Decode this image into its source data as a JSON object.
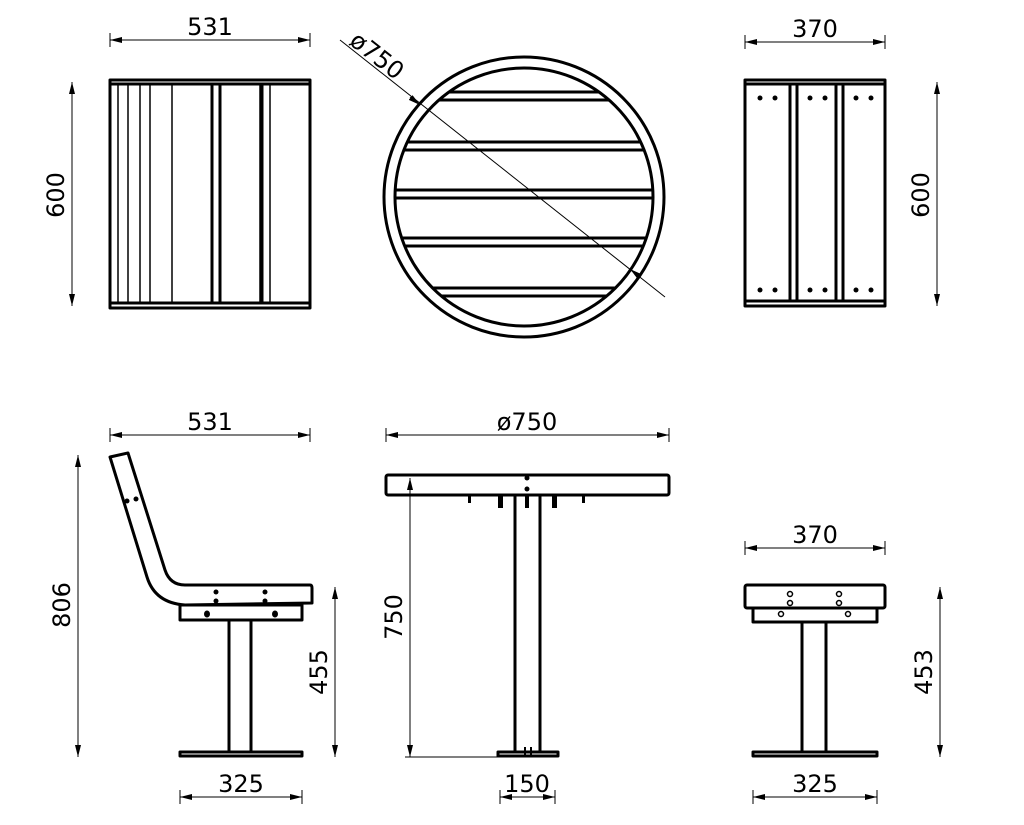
{
  "top_views": {
    "chair_front": {
      "width": "531",
      "height": "600"
    },
    "table_top": {
      "diameter": "ø750"
    },
    "stool_front": {
      "width": "370",
      "height": "600"
    }
  },
  "side_views": {
    "chair": {
      "width": "531",
      "total_height": "806",
      "seat_height": "455",
      "base_width": "325"
    },
    "table": {
      "diameter": "ø750",
      "height": "750",
      "post_width": "150"
    },
    "stool": {
      "width": "370",
      "seat_height": "453",
      "base_width": "325"
    }
  }
}
